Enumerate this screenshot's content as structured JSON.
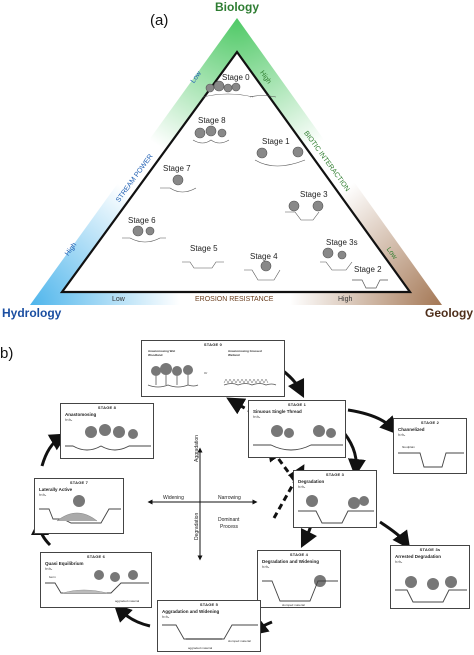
{
  "panel_a": {
    "label": "(a)",
    "corners": {
      "top": "Biology",
      "left": "Hydrology",
      "right": "Geology"
    },
    "colors": {
      "biology": "#2e7d32",
      "hydrology": "#1a4ea1",
      "geology": "#4e2e1a",
      "left_edge_text": "#1f5fb3",
      "right_edge_text": "#2f7d2f",
      "bottom_edge_text": "#6b3f1f"
    },
    "left_edge": {
      "low": "Low",
      "title": "STREAM POWER",
      "high": "High"
    },
    "right_edge": {
      "high": "High",
      "title": "BIOTIC INTERACTION",
      "low": "Low"
    },
    "bottom_edge": {
      "low": "Low",
      "title": "EROSION RESISTANCE",
      "high": "High"
    },
    "stages": {
      "s0": "Stage 0",
      "s8": "Stage 8",
      "s1": "Stage 1",
      "s7": "Stage 7",
      "s3": "Stage 3",
      "s6": "Stage 6",
      "s5": "Stage 5",
      "s4": "Stage 4",
      "s3s": "Stage 3s",
      "s2": "Stage 2"
    }
  },
  "panel_b": {
    "label": "b)",
    "stage0": {
      "title": "STAGE 0",
      "left": "Anastomosing Wet Woodland",
      "right": "Anastomosing Grassed Wetland",
      "or": "Or"
    },
    "stage1": {
      "title": "STAGE 1",
      "name": "Sinuous Single Thread",
      "sub": "h<hₒ"
    },
    "stage2": {
      "title": "STAGE 2",
      "name": "Channelized",
      "sub": "h>hₒ",
      "note": "floodplain"
    },
    "stage3": {
      "title": "STAGE 3",
      "name": "Degradation",
      "sub": "h>hₒ"
    },
    "stage3s": {
      "title": "STAGE 3s",
      "name": "Arrested Degradation",
      "sub": "h>hₒ"
    },
    "stage4": {
      "title": "STAGE 4",
      "name": "Degradation and Widening",
      "sub": "h>hₒ",
      "note": "slumped material"
    },
    "stage5": {
      "title": "STAGE 5",
      "name": "Aggradation and Widening",
      "sub": "h≈hₒ",
      "note": "slumped material",
      "note2": "aggraded material"
    },
    "stage6": {
      "title": "STAGE 6",
      "name": "Quasi Equilibrium",
      "sub": "h<hₒ",
      "note": "berm",
      "note2": "aggraded material"
    },
    "stage7": {
      "title": "STAGE 7",
      "name": "Laterally Active",
      "sub": "h<hₒ"
    },
    "stage8": {
      "title": "STAGE 8",
      "name": "Anastomosing",
      "sub": "h<hₒ"
    },
    "center": {
      "aggradation": "Aggradation",
      "degradation": "Degradation",
      "widening": "Widening",
      "narrowing": "Narrowing",
      "dominant": "Dominant",
      "process": "Process"
    }
  }
}
